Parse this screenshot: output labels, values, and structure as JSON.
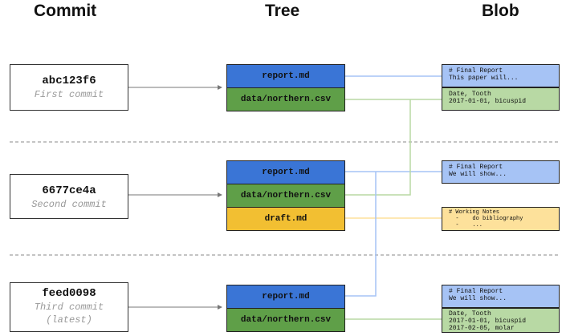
{
  "columns": {
    "commit": "Commit",
    "tree": "Tree",
    "blob": "Blob"
  },
  "commits": [
    {
      "hash": "abc123f6",
      "message": "First commit"
    },
    {
      "hash": "6677ce4a",
      "message": "Second commit"
    },
    {
      "hash": "feed0098",
      "message": "Third commit",
      "message2": "(latest)"
    }
  ],
  "trees": [
    {
      "entries": [
        "report.md",
        "data/northern.csv"
      ]
    },
    {
      "entries": [
        "report.md",
        "data/northern.csv",
        "draft.md"
      ]
    },
    {
      "entries": [
        "report.md",
        "data/northern.csv"
      ]
    }
  ],
  "blobs": [
    {
      "lines": [
        "# Final Report",
        "This paper will..."
      ]
    },
    {
      "lines": [
        "Date, Tooth",
        "2017-01-01, bicuspid"
      ]
    },
    {
      "lines": [
        "# Final Report",
        "We will show..."
      ]
    },
    {
      "lines": [
        "# Working Notes",
        "  -    do bibliography",
        "  -    ..."
      ]
    },
    {
      "lines": [
        "# Final Report",
        "We will show..."
      ]
    },
    {
      "lines": [
        "Date, Tooth",
        "2017-01-01, bicuspid",
        "2017-02-05, molar"
      ]
    }
  ],
  "colors": {
    "report_entry": "#3a75d6",
    "data_entry": "#5f9f48",
    "draft_entry": "#f2bf32",
    "report_blob": "#a6c3f5",
    "data_blob": "#b8d9a4",
    "draft_blob": "#fde19b"
  }
}
